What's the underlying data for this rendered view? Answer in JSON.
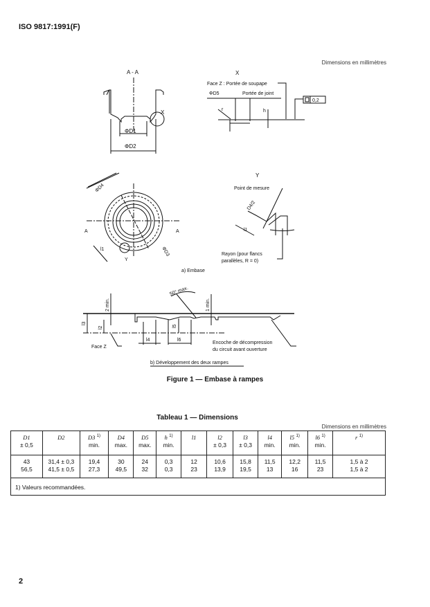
{
  "header": {
    "doc_id": "ISO 9817:1991(F)",
    "units_note": "Dimensions en millimètres"
  },
  "figure": {
    "section_aa": {
      "title": "A - A",
      "d1": "ΦD1",
      "d2": "ΦD2",
      "x_mark": "X"
    },
    "detail_x": {
      "title": "X",
      "face_z": "Face Z : Portée de soupape",
      "d5": "ΦD5",
      "joint": "Portée de joint",
      "r": "r",
      "h": "h",
      "tolerance": "0,2"
    },
    "plan_view": {
      "d4": "ΦD4",
      "d3": "ΦD3",
      "a_left": "A",
      "a_right": "A",
      "l1": "l1",
      "y_mark": "Y"
    },
    "detail_y": {
      "title": "Y",
      "point": "Point de mesure",
      "d4_2": "D4/2",
      "l1": "l1",
      "rayon_1": "Rayon (pour flancs",
      "rayon_2": "parallèles, R = 0)"
    },
    "caption_a": "a) Embase",
    "development": {
      "angle": "50° max.",
      "two_min": "2 min.",
      "one_min": "1 min.",
      "l2": "l2",
      "l3": "l3",
      "l4": "l4",
      "l5": "l5",
      "l6": "l6",
      "face_z": "Face Z",
      "encoche_1": "Encoche de décompression",
      "encoche_2": "du circuit avant ouverture"
    },
    "caption_b": "b) Développement des deux rampes",
    "caption": "Figure 1 — Embase à rampes"
  },
  "table": {
    "title": "Tableau 1 — Dimensions",
    "units_note": "Dimensions en millimètres",
    "headers": [
      {
        "sym": "D1",
        "sup": "",
        "sub": "± 0,5"
      },
      {
        "sym": "D2",
        "sup": "",
        "sub": ""
      },
      {
        "sym": "D3",
        "sup": "1)",
        "sub": "min."
      },
      {
        "sym": "D4",
        "sup": "",
        "sub": "max."
      },
      {
        "sym": "D5",
        "sup": "",
        "sub": "max."
      },
      {
        "sym": "h",
        "sup": "1)",
        "sub": "min."
      },
      {
        "sym": "l1",
        "sup": "",
        "sub": ""
      },
      {
        "sym": "l2",
        "sup": "",
        "sub": "± 0,3"
      },
      {
        "sym": "l3",
        "sup": "",
        "sub": "± 0,3"
      },
      {
        "sym": "l4",
        "sup": "",
        "sub": "min."
      },
      {
        "sym": "l5",
        "sup": "1)",
        "sub": "min."
      },
      {
        "sym": "l6",
        "sup": "1)",
        "sub": "min."
      },
      {
        "sym": "r",
        "sup": "1)",
        "sub": ""
      }
    ],
    "rows": [
      [
        "43",
        "31,4 ± 0,3",
        "19,4",
        "30",
        "24",
        "0,3",
        "12",
        "10,6",
        "15,8",
        "11,5",
        "12,2",
        "11,5",
        "1,5 à 2"
      ],
      [
        "56,5",
        "41,5 ± 0,5",
        "27,3",
        "49,5",
        "32",
        "0,3",
        "23",
        "13,9",
        "19,5",
        "13",
        "16",
        "23",
        "1,5 à 2"
      ]
    ],
    "footnote": "1) Valeurs recommandées."
  },
  "page_number": "2"
}
